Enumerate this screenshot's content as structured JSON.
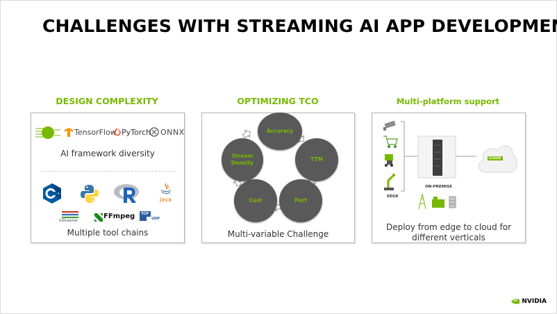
{
  "slide": {
    "title": "CHALLENGES WITH STREAMING AI APP DEVELOPMENT"
  },
  "design": {
    "heading": "DESIGN COMPLEXITY",
    "frameworks": [
      "TensorFlow",
      "PyTorch",
      "ONNX"
    ],
    "framework_caption": "AI framework diversity",
    "tools": [
      "C++",
      "Python",
      "R",
      "Java",
      "GStreamer",
      "FFmpeg",
      "TCP UDP"
    ],
    "tool_labels": {
      "java": "Java",
      "ffmpeg": "FFmpeg",
      "tcp": "TCP",
      "udp": "UDP",
      "gst": "GStreamer"
    },
    "tools_caption": "Multiple tool chains"
  },
  "tco": {
    "heading": "OPTIMIZING TCO",
    "nodes": [
      "Accuracy",
      "TTM",
      "Perf",
      "Cost",
      "Stream Density"
    ],
    "caption": "Multi-variable Challenge"
  },
  "multiplatform": {
    "heading": "Multi-platform support",
    "edge_label": "EDGE",
    "onprem_label": "ON-PREMISE",
    "cloud_label": "CLOUD",
    "caption": "Deploy from edge to cloud for different verticals"
  },
  "footer": {
    "brand": "NVIDIA"
  },
  "colors": {
    "accent": "#76b900",
    "node": "#595959"
  }
}
